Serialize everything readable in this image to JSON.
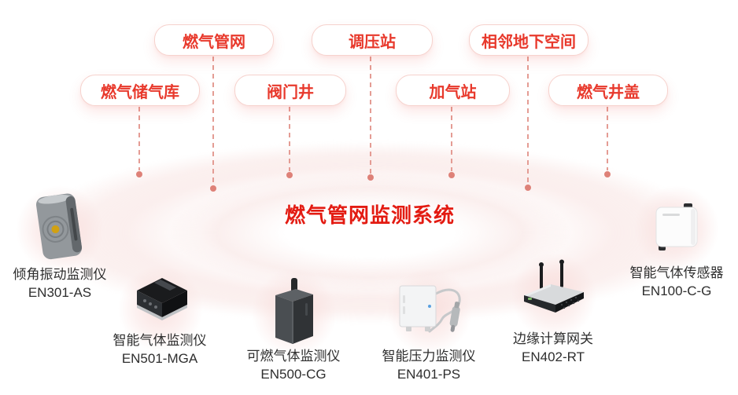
{
  "title": "燃气管网监测系统",
  "pills": [
    {
      "label": "燃气管网"
    },
    {
      "label": "调压站"
    },
    {
      "label": "相邻地下空间"
    },
    {
      "label": "燃气储气库"
    },
    {
      "label": "阀门井"
    },
    {
      "label": "加气站"
    },
    {
      "label": "燃气井盖"
    }
  ],
  "devices": [
    {
      "name": "倾角振动监测仪",
      "model": "EN301-AS",
      "image": "tilt-vibration-monitor"
    },
    {
      "name": "智能气体监测仪",
      "model": "EN501-MGA",
      "image": "smart-gas-monitor"
    },
    {
      "name": "可燃气体监测仪",
      "model": "EN500-CG",
      "image": "combustible-gas-monitor"
    },
    {
      "name": "智能压力监测仪",
      "model": "EN401-PS",
      "image": "smart-pressure-monitor"
    },
    {
      "name": "边缘计算网关",
      "model": "EN402-RT",
      "image": "edge-computing-gateway"
    },
    {
      "name": "智能气体传感器",
      "model": "EN100-C-G",
      "image": "smart-gas-sensor"
    }
  ],
  "colors": {
    "accent_red": "#e8392c",
    "title_red": "#e31b12",
    "pill_border": "#f6d2cd",
    "connector_dash": "#e49c94",
    "connector_dot": "#de8178",
    "label_text": "#2e2e2e",
    "glow_pink": "#f8dcda"
  }
}
